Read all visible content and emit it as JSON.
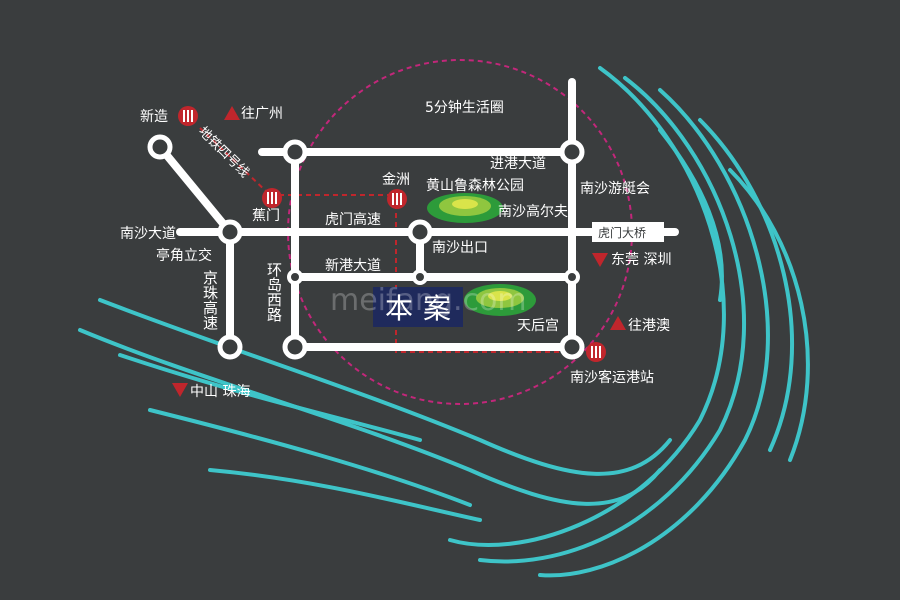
{
  "map": {
    "title_circle": "5分钟生活圈",
    "project_label": "本案",
    "watermark": "meifang.com",
    "colors": {
      "background": "#3a3d3e",
      "road": "#ffffff",
      "river": "#3ec4c8",
      "circle": "#c2277a",
      "metro": "#c0262c",
      "project_box": "#1f2a5c",
      "park_light": "#d9e44a",
      "park_dark": "#2d9b3a"
    },
    "roads": {
      "jingang": "进港大道",
      "nansha_dadao": "南沙大道",
      "humen_gaosu": "虎门高速",
      "xingang": "新港大道",
      "jingzhu": "京珠高速",
      "huandao_xilu": "环岛西路",
      "metro_line4": "地铁四号线"
    },
    "places": {
      "xinzao": "新造",
      "to_guangzhou": "往广州",
      "jiaomen": "蕉门",
      "jinzhou": "金洲",
      "park": "黄山鲁森林公园",
      "golf": "南沙高尔夫",
      "nansha_yacht": "南沙游艇会",
      "humen_bridge": "虎门大桥",
      "dongguan_shenzhen": "东莞 深圳",
      "nansha_exit": "南沙出口",
      "tinjiao": "亭角立交",
      "tianhou": "天后宫",
      "to_hk_macau": "往港澳",
      "nansha_port": "南沙客运港站",
      "zhongshan_zhuhai": "中山 珠海"
    }
  }
}
